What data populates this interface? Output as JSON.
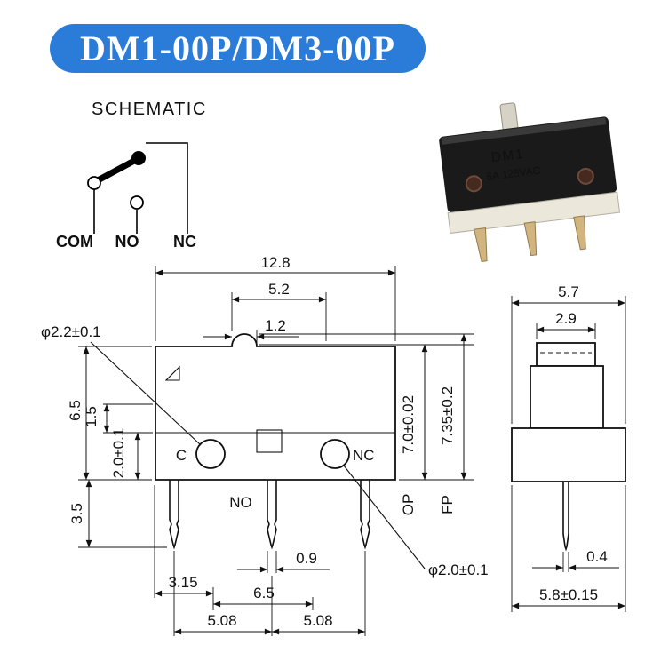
{
  "title": "DM1-00P/DM3-00P",
  "colors": {
    "badge": "#2b7cd9",
    "ink": "#101010"
  },
  "schematic": {
    "heading": "SCHEMATIC",
    "terminals": {
      "com": "COM",
      "no": "NO",
      "nc": "NC"
    }
  },
  "photo": {
    "marking_line1": "DM1",
    "marking_line2": "6A 125VAC"
  },
  "front_view": {
    "labels": {
      "c": "C",
      "no": "NO",
      "nc": "NC"
    },
    "dims": {
      "overall_width": "12.8",
      "button_span": "5.2",
      "button_width": "1.2",
      "hole_top": "φ2.2±0.1",
      "body_height": "6.5",
      "step": "1.5",
      "hole_height": "2.0±0.1",
      "leg_length": "3.5",
      "op_value": "7.0±0.02",
      "op_label": "OP",
      "fp_value": "7.35±0.2",
      "fp_label": "FP",
      "leg_width": "0.9",
      "hole_bottom": "φ2.0±0.1",
      "edge_to_leg": "3.15",
      "mid_span": "6.5",
      "pitch_left": "5.08",
      "pitch_right": "5.08"
    }
  },
  "side_view": {
    "dims": {
      "overall_width": "5.7",
      "button_width": "2.9",
      "leg_width": "0.4",
      "base_width": "5.8±0.15"
    }
  }
}
